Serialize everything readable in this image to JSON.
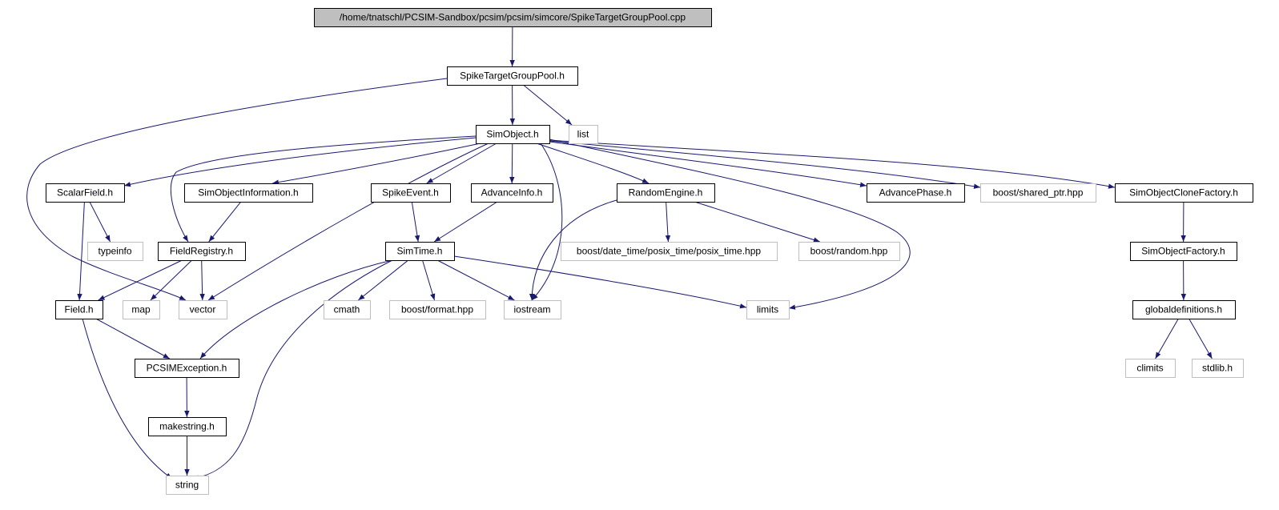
{
  "colors": {
    "edge": "#191970",
    "root_fill": "#bfbfbf",
    "box_fill": "#ffffff",
    "internal_border": "#000000",
    "external_border": "#bfbfbf",
    "text": "#000000"
  },
  "nodes": [
    {
      "id": "root",
      "label": "/home/tnatschl/PCSIM-Sandbox/pcsim/pcsim/simcore/SpikeTargetGroupPool.cpp",
      "kind": "root"
    },
    {
      "id": "stgp",
      "label": "SpikeTargetGroupPool.h",
      "kind": "internal"
    },
    {
      "id": "list",
      "label": "list",
      "kind": "external"
    },
    {
      "id": "simobject",
      "label": "SimObject.h",
      "kind": "internal"
    },
    {
      "id": "scalarfield",
      "label": "ScalarField.h",
      "kind": "internal"
    },
    {
      "id": "simobjinfo",
      "label": "SimObjectInformation.h",
      "kind": "internal"
    },
    {
      "id": "spikeevent",
      "label": "SpikeEvent.h",
      "kind": "internal"
    },
    {
      "id": "advanceinfo",
      "label": "AdvanceInfo.h",
      "kind": "internal"
    },
    {
      "id": "randomengine",
      "label": "RandomEngine.h",
      "kind": "internal"
    },
    {
      "id": "advancephase",
      "label": "AdvancePhase.h",
      "kind": "internal"
    },
    {
      "id": "sharedptr",
      "label": "boost/shared_ptr.hpp",
      "kind": "external"
    },
    {
      "id": "clonefactory",
      "label": "SimObjectCloneFactory.h",
      "kind": "internal"
    },
    {
      "id": "typeinfo",
      "label": "typeinfo",
      "kind": "external"
    },
    {
      "id": "fieldregistry",
      "label": "FieldRegistry.h",
      "kind": "internal"
    },
    {
      "id": "simtime",
      "label": "SimTime.h",
      "kind": "internal"
    },
    {
      "id": "posixtime",
      "label": "boost/date_time/posix_time/posix_time.hpp",
      "kind": "external"
    },
    {
      "id": "boostrandom",
      "label": "boost/random.hpp",
      "kind": "external"
    },
    {
      "id": "simobjfactory",
      "label": "SimObjectFactory.h",
      "kind": "internal"
    },
    {
      "id": "field",
      "label": "Field.h",
      "kind": "internal"
    },
    {
      "id": "map",
      "label": "map",
      "kind": "external"
    },
    {
      "id": "vector",
      "label": "vector",
      "kind": "external"
    },
    {
      "id": "cmath",
      "label": "cmath",
      "kind": "external"
    },
    {
      "id": "boostformat",
      "label": "boost/format.hpp",
      "kind": "external"
    },
    {
      "id": "iostream",
      "label": "iostream",
      "kind": "external"
    },
    {
      "id": "limits",
      "label": "limits",
      "kind": "external"
    },
    {
      "id": "globaldefs",
      "label": "globaldefinitions.h",
      "kind": "internal"
    },
    {
      "id": "pcsimexception",
      "label": "PCSIMException.h",
      "kind": "internal"
    },
    {
      "id": "climits",
      "label": "climits",
      "kind": "external"
    },
    {
      "id": "stdlib",
      "label": "stdlib.h",
      "kind": "external"
    },
    {
      "id": "makestring",
      "label": "makestring.h",
      "kind": "internal"
    },
    {
      "id": "string",
      "label": "string",
      "kind": "external"
    }
  ],
  "edges": [
    [
      "root",
      "stgp"
    ],
    [
      "stgp",
      "simobject"
    ],
    [
      "stgp",
      "list"
    ],
    [
      "stgp",
      "vector"
    ],
    [
      "simobject",
      "scalarfield"
    ],
    [
      "simobject",
      "fieldregistry"
    ],
    [
      "simobject",
      "simobjinfo"
    ],
    [
      "simobject",
      "vector"
    ],
    [
      "simobject",
      "spikeevent"
    ],
    [
      "simobject",
      "advanceinfo"
    ],
    [
      "simobject",
      "iostream"
    ],
    [
      "simobject",
      "randomengine"
    ],
    [
      "simobject",
      "limits"
    ],
    [
      "simobject",
      "advancephase"
    ],
    [
      "simobject",
      "sharedptr"
    ],
    [
      "simobject",
      "clonefactory"
    ],
    [
      "scalarfield",
      "typeinfo"
    ],
    [
      "scalarfield",
      "field"
    ],
    [
      "simobjinfo",
      "fieldregistry"
    ],
    [
      "spikeevent",
      "simtime"
    ],
    [
      "advanceinfo",
      "simtime"
    ],
    [
      "randomengine",
      "posixtime"
    ],
    [
      "randomengine",
      "boostrandom"
    ],
    [
      "randomengine",
      "iostream"
    ],
    [
      "clonefactory",
      "simobjfactory"
    ],
    [
      "simobjfactory",
      "globaldefs"
    ],
    [
      "fieldregistry",
      "field"
    ],
    [
      "fieldregistry",
      "map"
    ],
    [
      "fieldregistry",
      "vector"
    ],
    [
      "simtime",
      "cmath"
    ],
    [
      "simtime",
      "boostformat"
    ],
    [
      "simtime",
      "iostream"
    ],
    [
      "simtime",
      "limits"
    ],
    [
      "simtime",
      "pcsimexception"
    ],
    [
      "simtime",
      "string"
    ],
    [
      "field",
      "pcsimexception"
    ],
    [
      "field",
      "string"
    ],
    [
      "globaldefs",
      "climits"
    ],
    [
      "globaldefs",
      "stdlib"
    ],
    [
      "pcsimexception",
      "makestring"
    ],
    [
      "makestring",
      "string"
    ]
  ]
}
